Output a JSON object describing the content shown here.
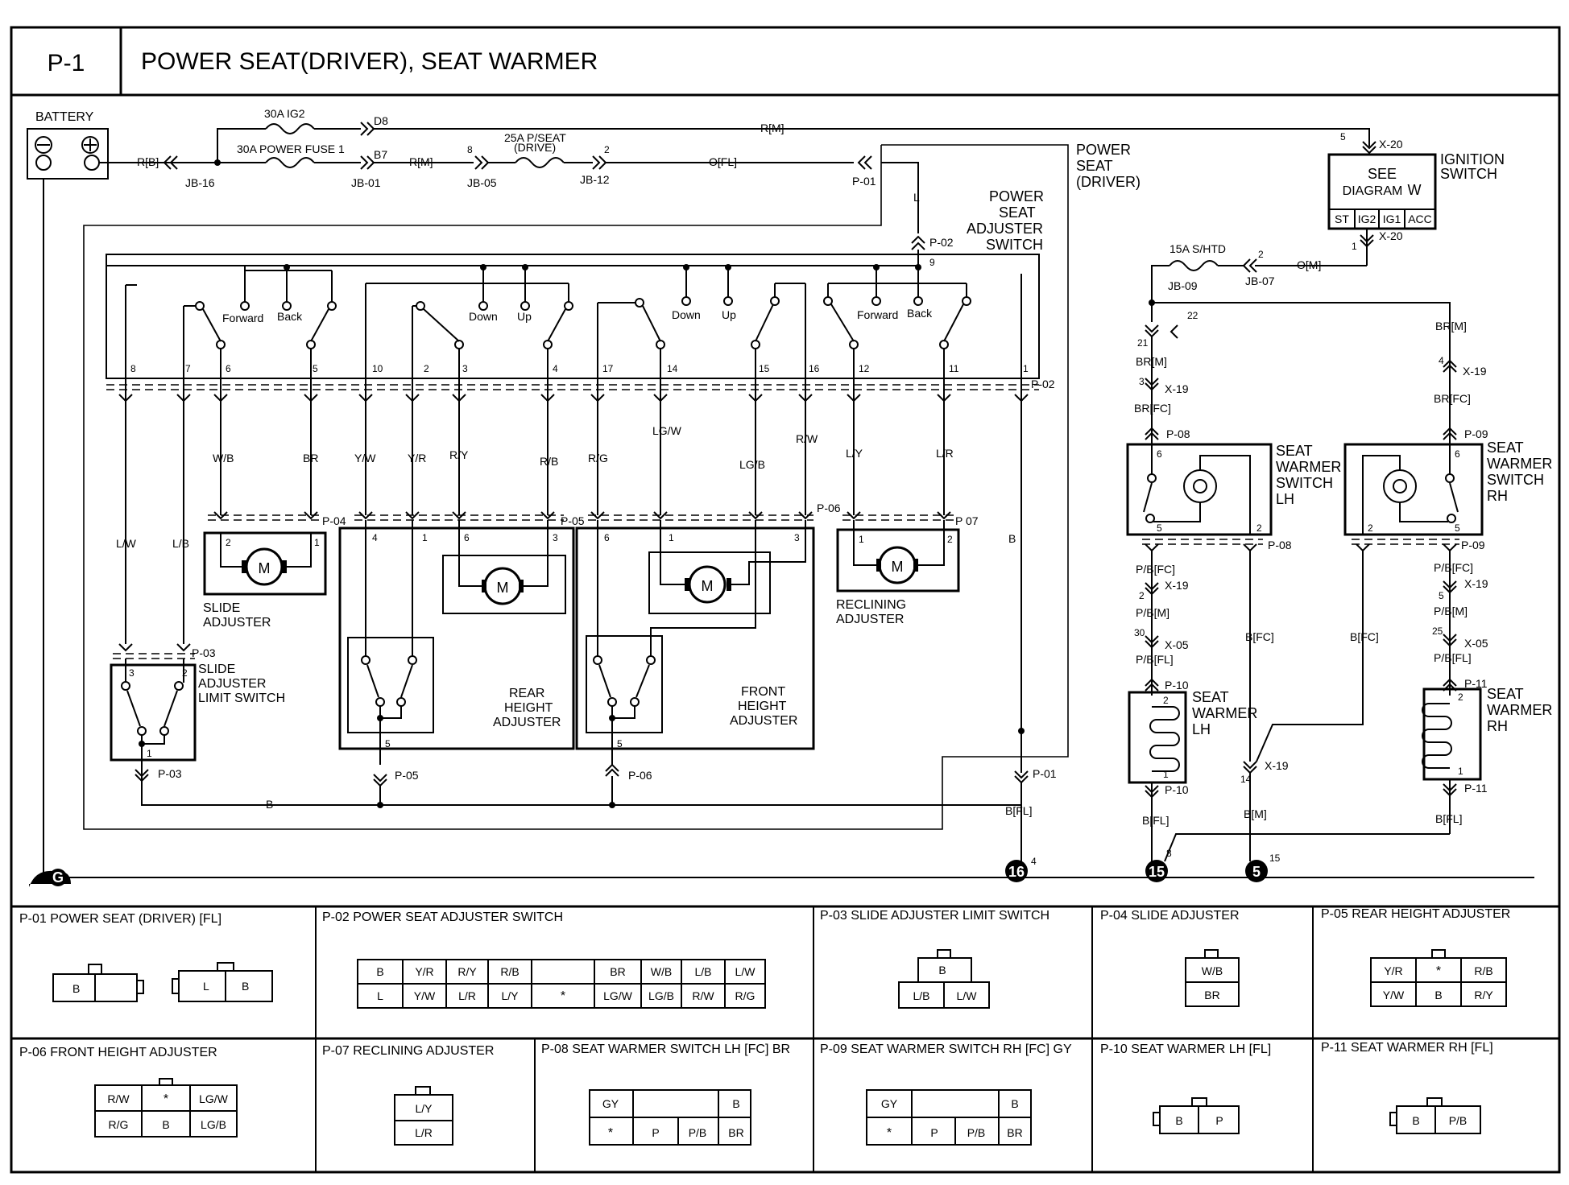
{
  "header": {
    "code": "P-1",
    "title": "POWER SEAT(DRIVER), SEAT WARMER"
  },
  "power": {
    "battery": "BATTERY",
    "fuse_ig2": "30A IG2",
    "fuse_power": "30A POWER FUSE 1",
    "fuse_pseat_1": "25A P/SEAT",
    "fuse_pseat_2": "(DRIVE)",
    "fuse_shtd": "15A S/HTD",
    "see_1": "SEE",
    "see_2": "DIAGRAM",
    "see_3": "W",
    "ign_1": "IGNITION",
    "ign_2": "SWITCH",
    "ign_pos": [
      "ST",
      "IG2",
      "IG1",
      "ACC"
    ]
  },
  "labels": {
    "power_seat": [
      "POWER",
      "SEAT",
      "(DRIVER)"
    ],
    "adjuster_switch": [
      "POWER",
      "SEAT",
      "ADJUSTER",
      "SWITCH"
    ],
    "sw_lh": [
      "SEAT",
      "WARMER",
      "SWITCH",
      "LH"
    ],
    "sw_rh": [
      "SEAT",
      "WARMER",
      "SWITCH",
      "RH"
    ],
    "warmer_lh": [
      "SEAT",
      "WARMER",
      "LH"
    ],
    "warmer_rh": [
      "SEAT",
      "WARMER",
      "RH"
    ],
    "slide": [
      "SLIDE",
      "ADJUSTER"
    ],
    "slide_limit": [
      "SLIDE",
      "ADJUSTER",
      "LIMIT SWITCH"
    ],
    "rear_height": [
      "REAR",
      "HEIGHT",
      "ADJUSTER"
    ],
    "front_height": [
      "FRONT",
      "HEIGHT",
      "ADJUSTER"
    ],
    "reclining": [
      "RECLINING",
      "ADJUSTER"
    ],
    "forward": "Forward",
    "back": "Back",
    "down": "Down",
    "up": "Up",
    "motor": "M"
  },
  "connectors": {
    "jb16": "JB-16",
    "jb01": "JB-01",
    "jb05": "JB-05",
    "jb12": "JB-12",
    "jb07": "JB-07",
    "jb09": "JB-09",
    "d8": "D8",
    "b7": "B7",
    "p01": "P-01",
    "p02": "P-02",
    "p03": "P-03",
    "p04": "P-04",
    "p05": "P-05",
    "p06": "P-06",
    "p07": "P 07",
    "p08": "P-08",
    "p09": "P-09",
    "p10": "P-10",
    "p11": "P-11",
    "x20": "X-20",
    "x19": "X-19",
    "x05": "X-05"
  },
  "wires": {
    "rb": "R[B]",
    "rm": "R[M]",
    "ofl": "O[FL]",
    "om": "O[M]",
    "l": "L",
    "b": "B",
    "brm": "BR[M]",
    "brfc": "BR[FC]",
    "pbfc": "P/B[FC]",
    "pbm": "P/B[M]",
    "pbfl": "P/B[FL]",
    "bfc": "B[FC]",
    "bfl": "B[FL]",
    "bm": "B[M]",
    "wb": "W/B",
    "br": "BR",
    "yw": "Y/W",
    "yr": "Y/R",
    "ry": "R/Y",
    "rb2": "R/B",
    "rg": "R/G",
    "lgw": "LG/W",
    "lgb": "LG/B",
    "rw": "R/W",
    "ly": "L/Y",
    "lr": "L/R",
    "lw": "L/W",
    "lb": "L/B"
  },
  "grounds": {
    "g16": "16",
    "g15": "15",
    "g5": "5",
    "gG": "G"
  },
  "connector_views": [
    {
      "title": "P-01 POWER SEAT (DRIVER) [FL]"
    },
    {
      "title": "P-02 POWER SEAT ADJUSTER SWITCH"
    },
    {
      "title": "P-03 SLIDE ADJUSTER LIMIT SWITCH"
    },
    {
      "title": "P-04 SLIDE ADJUSTER"
    },
    {
      "title": "P-05 REAR HEIGHT ADJUSTER"
    },
    {
      "title": "P-06 FRONT HEIGHT ADJUSTER"
    },
    {
      "title": "P-07 RECLINING ADJUSTER"
    },
    {
      "title": "P-08 SEAT WARMER SWITCH LH [FC] BR"
    },
    {
      "title": "P-09 SEAT WARMER SWITCH RH [FC] GY"
    },
    {
      "title": "P-10 SEAT WARMER LH [FL]"
    },
    {
      "title": "P-11 SEAT WARMER RH [FL]"
    }
  ]
}
